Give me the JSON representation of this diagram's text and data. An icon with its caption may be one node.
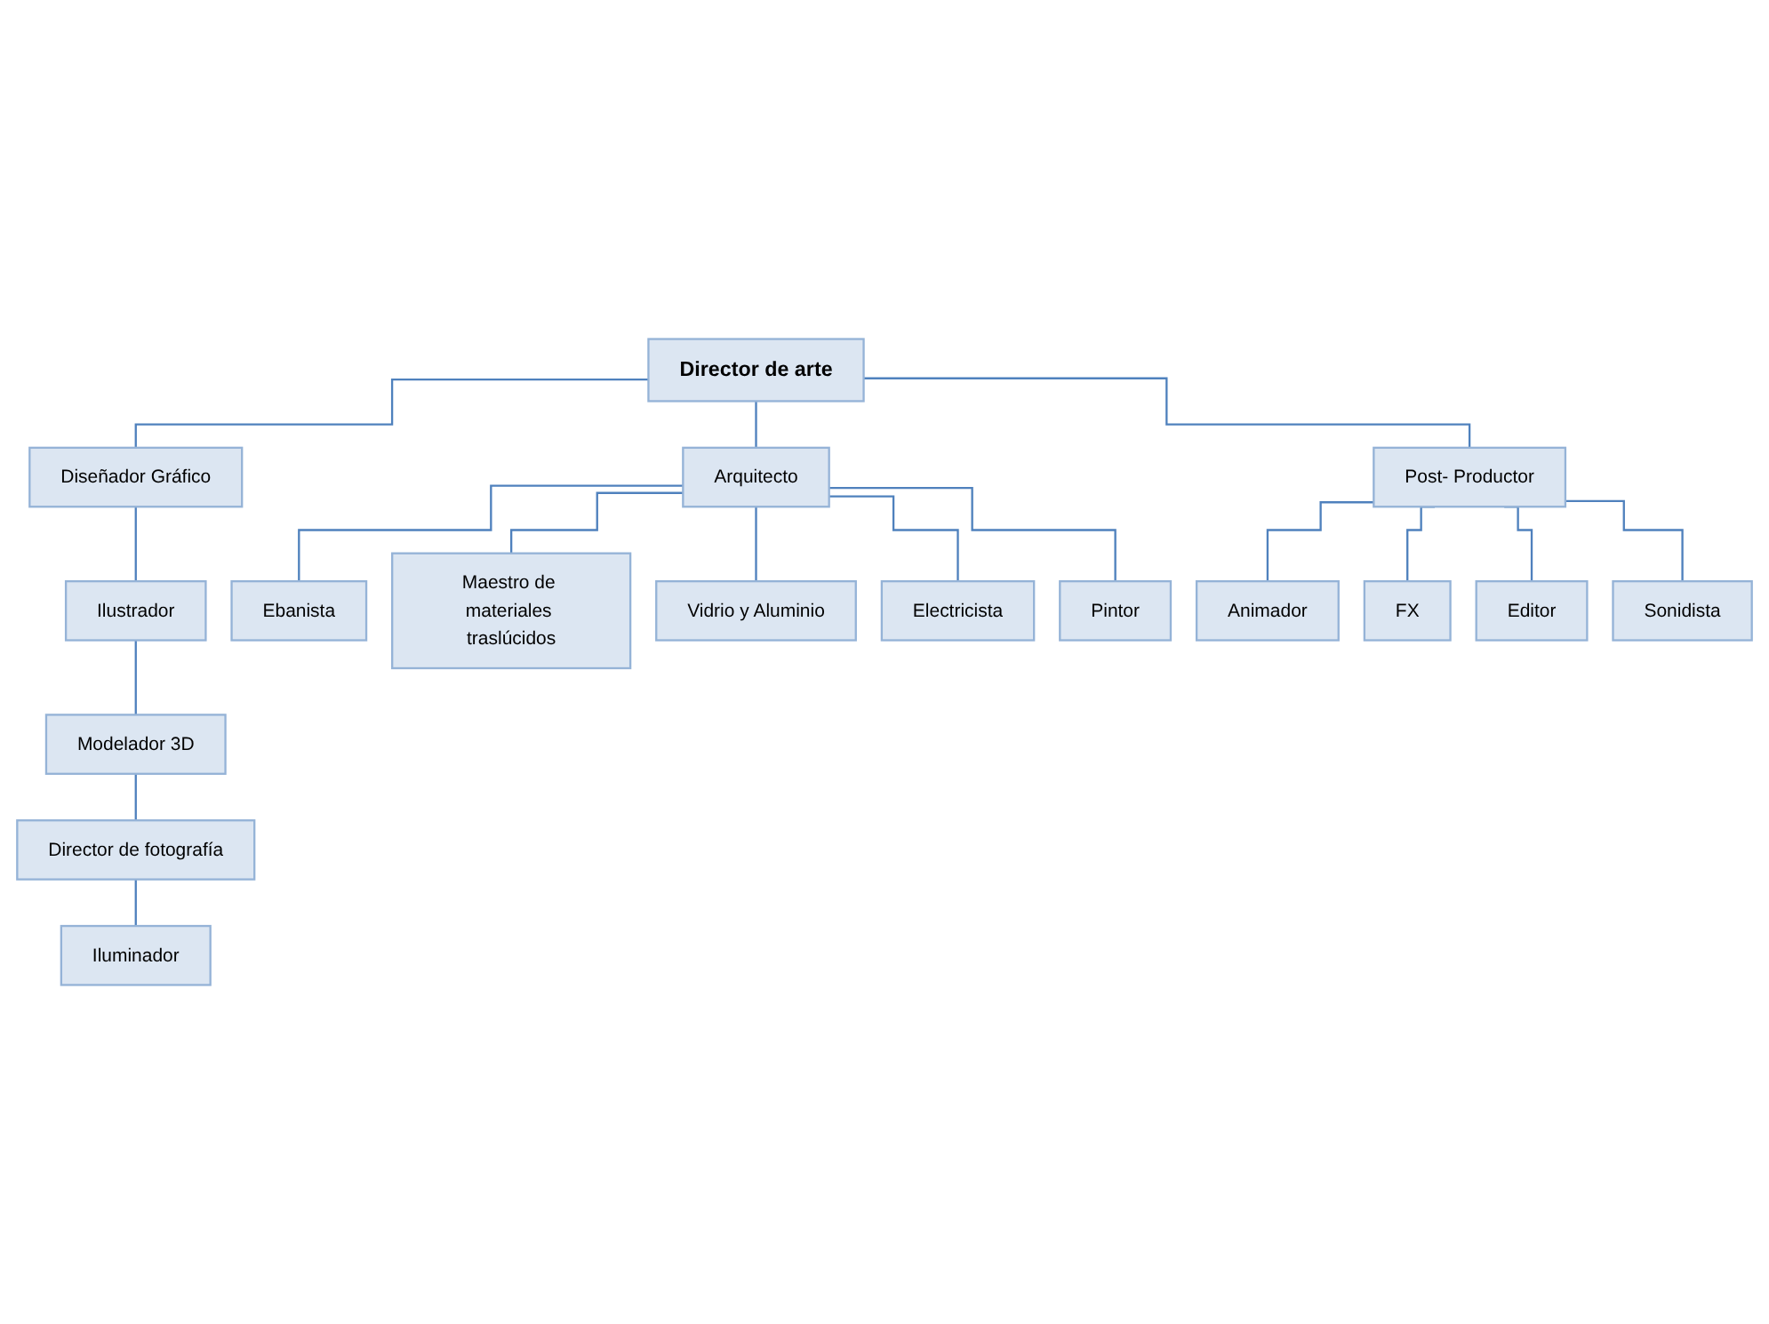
{
  "diagram": {
    "nodes": [
      {
        "text": [
          "Director de arte"
        ]
      },
      {
        "text": [
          "Diseñador Gráfico"
        ]
      },
      {
        "text": [
          "Arquitecto"
        ]
      },
      {
        "text": [
          "Post- Productor"
        ]
      },
      {
        "text": [
          "Ilustrador"
        ]
      },
      {
        "text": [
          "Modelador 3D"
        ]
      },
      {
        "text": [
          "Director de fotografía"
        ]
      },
      {
        "text": [
          "Iluminador"
        ]
      },
      {
        "text": [
          "Ebanista"
        ]
      },
      {
        "text": [
          "Maestro de materiales traslúcidos"
        ]
      },
      {
        "text": [
          "Vidrio y Aluminio"
        ]
      },
      {
        "text": [
          "Electricista"
        ]
      },
      {
        "text": [
          "Pintor"
        ]
      },
      {
        "text": [
          "Animador"
        ]
      },
      {
        "text": [
          "FX"
        ]
      },
      {
        "text": [
          "Editor"
        ]
      },
      {
        "text": [
          "Sonidista"
        ]
      }
    ],
    "edges": [
      {
        "from": 0,
        "to": 1,
        "arrow": "none"
      },
      {
        "from": 0,
        "to": 2,
        "arrow": "none"
      },
      {
        "from": 0,
        "to": 3,
        "arrow": "none"
      },
      {
        "from": 1,
        "to": 4,
        "arrow": "none"
      },
      {
        "from": 4,
        "to": 5,
        "arrow": "none"
      },
      {
        "from": 5,
        "to": 6,
        "arrow": "none"
      },
      {
        "from": 6,
        "to": 7,
        "arrow": "none"
      },
      {
        "from": 2,
        "to": 8,
        "arrow": "none"
      },
      {
        "from": 2,
        "to": 9,
        "arrow": "none"
      },
      {
        "from": 2,
        "to": 10,
        "arrow": "none"
      },
      {
        "from": 2,
        "to": 11,
        "arrow": "none"
      },
      {
        "from": 2,
        "to": 12,
        "arrow": "none"
      },
      {
        "from": 3,
        "to": 13,
        "arrow": "none"
      },
      {
        "from": 3,
        "to": 14,
        "arrow": "none"
      },
      {
        "from": 3,
        "to": 15,
        "arrow": "none"
      },
      {
        "from": 3,
        "to": 16,
        "arrow": "none"
      }
    ]
  }
}
